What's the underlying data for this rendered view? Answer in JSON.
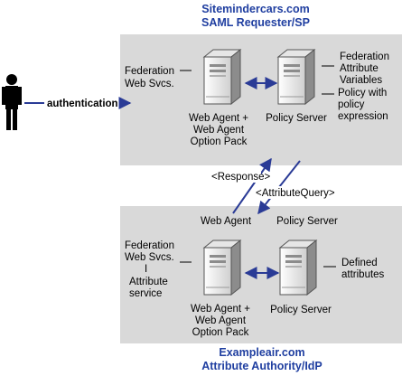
{
  "colors": {
    "zone_fill": "#d9d9d9",
    "title_blue": "#1f3ea0",
    "arrow_blue": "#2a3b96",
    "server_light": "#f2f2f2",
    "server_dark": "#8c8c8c"
  },
  "sp_zone": {
    "title_line1": "Sitemindercars.com",
    "title_line2": "SAML Requester/SP",
    "federation_label": [
      "Federation",
      "Web Svcs."
    ],
    "web_agent_label": [
      "Web Agent +",
      "Web Agent",
      "Option Pack"
    ],
    "policy_server_label": "Policy Server",
    "annotation_1": [
      "Federation",
      "Attribute",
      "Variables"
    ],
    "annotation_2": [
      "Policy with",
      "policy",
      "expression"
    ]
  },
  "user": {
    "arrow_label": "authentication",
    "icon": "person-icon"
  },
  "messages": {
    "response": "<Response>",
    "attribute_query": "<AttributeQuery>"
  },
  "idp_zone": {
    "web_agent_top": "Web Agent",
    "policy_server_top": "Policy Server",
    "federation_label": [
      "Federation",
      "Web Svcs.",
      "I",
      "Attribute",
      "service"
    ],
    "web_agent_label": [
      "Web Agent +",
      "Web Agent",
      "Option Pack"
    ],
    "policy_server_label": "Policy Server",
    "annotation": [
      "Defined",
      "attributes"
    ],
    "title_line1": "Exampleair.com",
    "title_line2": "Attribute Authority/IdP"
  }
}
